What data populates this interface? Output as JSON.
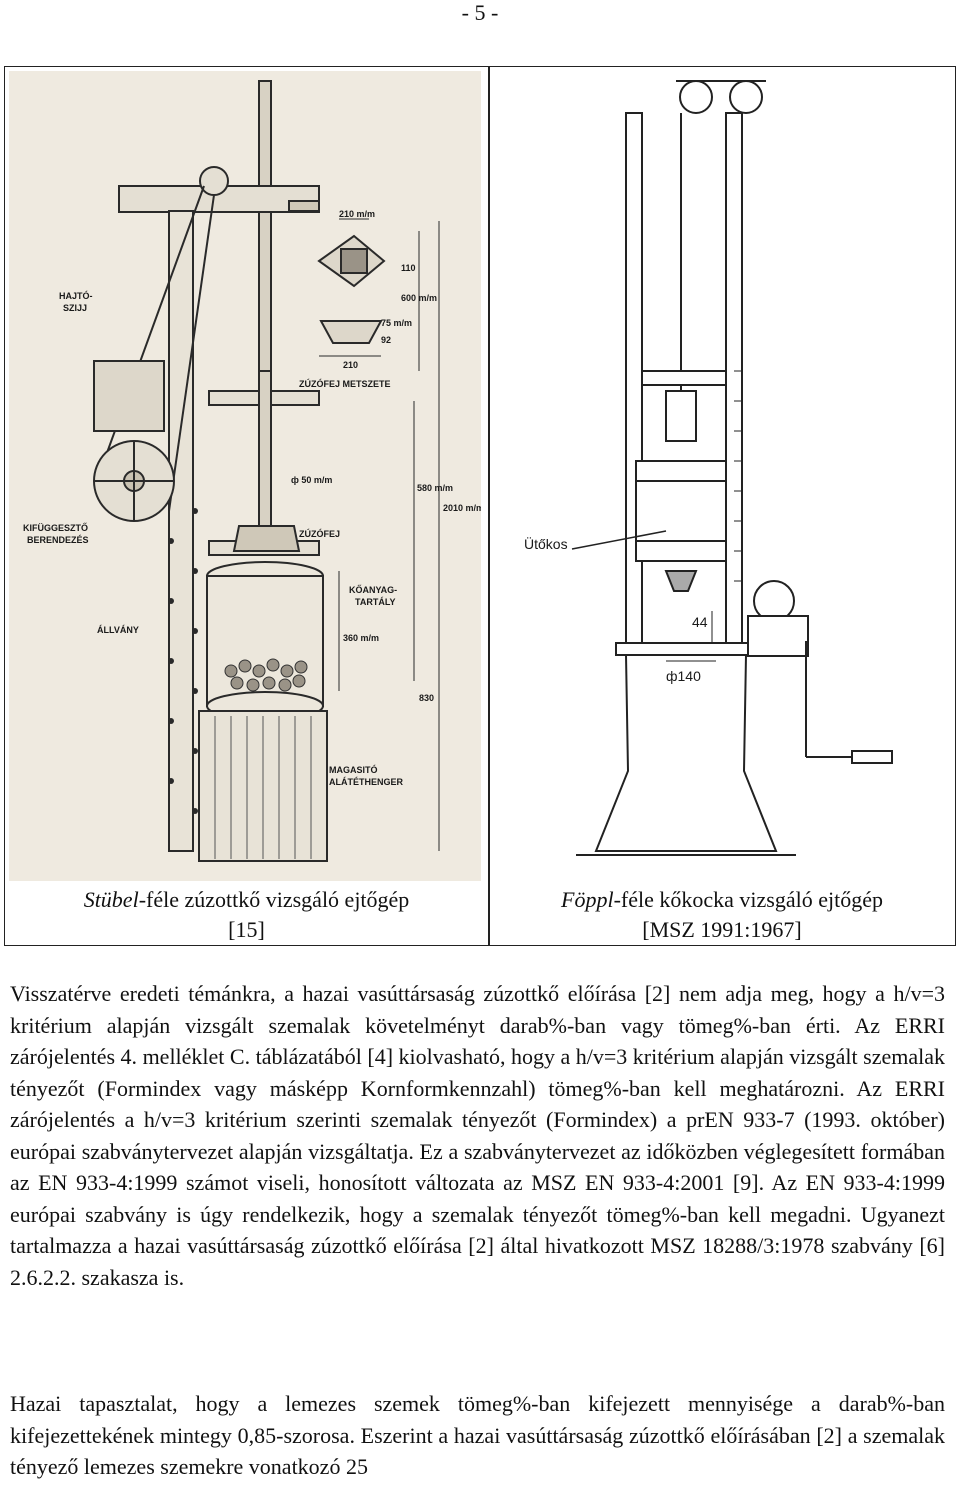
{
  "page": {
    "number": "- 5 -"
  },
  "figures": {
    "left": {
      "caption_italic": "Stübel",
      "caption_rest": "-féle zúzottkő vizsgáló ejtőgép",
      "caption_ref": "[15]",
      "labels": {
        "hajtoszij": [
          "HAJTÓ-",
          "SZIJJ"
        ],
        "kifuggeszto": [
          "KIFÜGGESZTŐ",
          "BERENDEZÉS"
        ],
        "allvany": "ÁLLVÁNY",
        "zuzofej_metszete": "ZÚZÓFEJ METSZETE",
        "zuzofej": "ZÚZÓFEJ",
        "koanyagtartaly": [
          "KŐANYAG-",
          "TARTÁLY"
        ],
        "magasito": [
          "MAGASITÓ",
          "ALÁTÉTHENGER"
        ],
        "dim_210_top": "210 m/m",
        "dim_210": "210",
        "dim_110": "110",
        "dim_600": "600 m/m",
        "dim_75": "75 m/m",
        "dim_92": "92",
        "dim_phi50": "ф 50 m/m",
        "dim_580": "580 m/m",
        "dim_2010": "2010 m/m",
        "dim_360": "360 m/m",
        "dim_830": "830"
      }
    },
    "right": {
      "caption_italic": "Föppl",
      "caption_rest": "-féle kőkocka vizsgáló ejtőgép",
      "caption_ref": "[MSZ 1991:1967]",
      "labels": {
        "utokos": "Ütőkos",
        "dim_44": "44",
        "dim_phi140": "ф140"
      }
    }
  },
  "paragraphs": [
    "Visszatérve eredeti témánkra, a hazai vasúttársaság zúzottkő előírása [2] nem adja meg, hogy a h/v=3 kritérium alapján vizsgált szemalak követelményt darab%-ban vagy tömeg%-ban érti. Az ERRI zárójelentés 4. melléklet C. táblázatából [4] kiolvasható, hogy a h/v=3 kritérium alapján vizsgált szemalak tényezőt (Formindex vagy másképp Kornformkennzahl) tömeg%-ban kell meghatározni. Az ERRI zárójelentés a h/v=3 kritérium szerinti szemalak tényezőt (Formindex) a prEN 933-7 (1993. október) európai szabványtervezet alapján vizsgáltatja. Ez a szabványtervezet az időközben véglegesített formában az EN 933-4:1999 számot viseli, honosított változata az MSZ EN 933-4:2001 [9]. Az EN 933-4:1999 európai szabvány is úgy rendelkezik, hogy a szemalak tényezőt tömeg%-ban kell megadni. Ugyanezt tartalmazza a hazai vasúttársaság zúzottkő előírása [2] által hivatkozott MSZ 18288/3:1978 szabvány [6] 2.6.2.2. szakasza is.",
    "Hazai tapasztalat, hogy a lemezes szemek tömeg%-ban kifejezett mennyisége a darab%-ban kifejezettekének mintegy 0,85-szorosa. Eszerint a hazai vasúttársaság zúzottkő előírásában [2] a szemalak tényező lemezes szemekre vonatkozó 25"
  ]
}
